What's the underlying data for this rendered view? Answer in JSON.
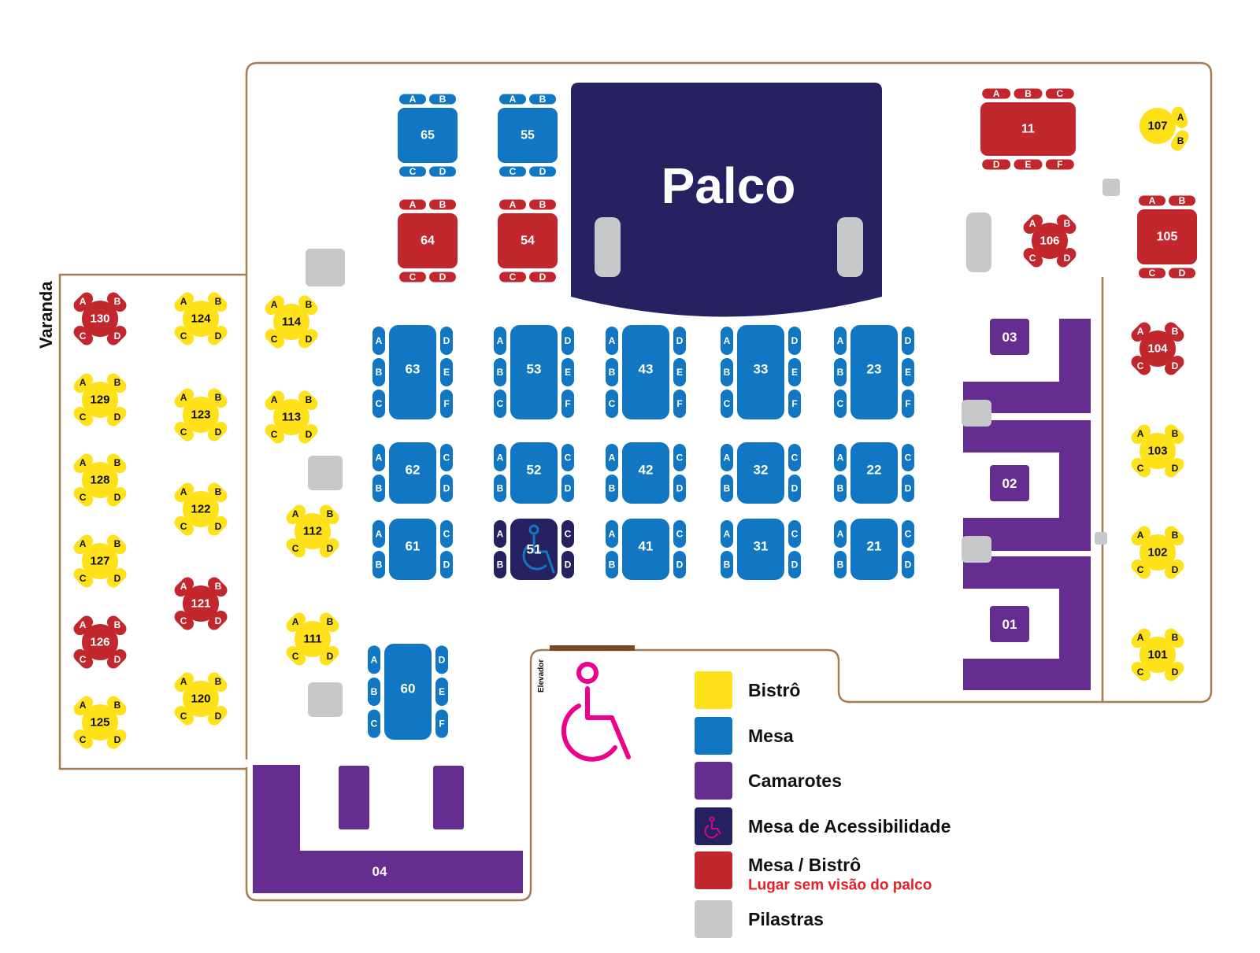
{
  "venue": {
    "stage_label": "Palco",
    "balcony_label": "Varanda",
    "elevator_label": "Elevador",
    "icons": [
      "wheelchair-icon"
    ]
  },
  "colors": {
    "bistro": "#FFE11A",
    "mesa": "#1177C2",
    "camarote": "#652D90",
    "accessible": "#262262",
    "no_view": "#C1272D",
    "pillar": "#C7C8CA",
    "stage": "#262262",
    "wall": "#A67C52",
    "accent_pink": "#EC008C"
  },
  "legend": [
    {
      "label": "Bistrô",
      "color": "#FFE11A"
    },
    {
      "label": "Mesa",
      "color": "#1177C2"
    },
    {
      "label": "Camarotes",
      "color": "#652D90"
    },
    {
      "label": "Mesa de Acessibilidade",
      "color": "#262262"
    },
    {
      "label": "Mesa / Bistrô",
      "color": "#C1272D",
      "note": "Lugar sem visão do palco"
    },
    {
      "label": "Pilastras",
      "color": "#C7C8CA"
    }
  ],
  "bistros": [
    {
      "num": "130",
      "kind": "no_view",
      "seats": [
        "A",
        "B",
        "C",
        "D"
      ]
    },
    {
      "num": "129",
      "kind": "bistro",
      "seats": [
        "A",
        "B",
        "C",
        "D"
      ]
    },
    {
      "num": "128",
      "kind": "bistro",
      "seats": [
        "A",
        "B",
        "C",
        "D"
      ]
    },
    {
      "num": "127",
      "kind": "bistro",
      "seats": [
        "A",
        "B",
        "C",
        "D"
      ]
    },
    {
      "num": "126",
      "kind": "no_view",
      "seats": [
        "A",
        "B",
        "C",
        "D"
      ]
    },
    {
      "num": "125",
      "kind": "bistro",
      "seats": [
        "A",
        "B",
        "C",
        "D"
      ]
    },
    {
      "num": "124",
      "kind": "bistro",
      "seats": [
        "A",
        "B",
        "C",
        "D"
      ]
    },
    {
      "num": "123",
      "kind": "bistro",
      "seats": [
        "A",
        "B",
        "C",
        "D"
      ]
    },
    {
      "num": "122",
      "kind": "bistro",
      "seats": [
        "A",
        "B",
        "C",
        "D"
      ]
    },
    {
      "num": "121",
      "kind": "no_view",
      "seats": [
        "A",
        "B",
        "C",
        "D"
      ]
    },
    {
      "num": "120",
      "kind": "bistro",
      "seats": [
        "A",
        "B",
        "C",
        "D"
      ]
    },
    {
      "num": "114",
      "kind": "bistro",
      "seats": [
        "A",
        "B",
        "C",
        "D"
      ]
    },
    {
      "num": "113",
      "kind": "bistro",
      "seats": [
        "A",
        "B",
        "C",
        "D"
      ]
    },
    {
      "num": "112",
      "kind": "bistro",
      "seats": [
        "A",
        "B",
        "C",
        "D"
      ]
    },
    {
      "num": "111",
      "kind": "bistro",
      "seats": [
        "A",
        "B",
        "C",
        "D"
      ]
    },
    {
      "num": "107",
      "kind": "bistro",
      "seats": [
        "A",
        "B"
      ]
    },
    {
      "num": "106",
      "kind": "no_view",
      "seats": [
        "A",
        "B",
        "C",
        "D"
      ]
    },
    {
      "num": "104",
      "kind": "no_view",
      "seats": [
        "A",
        "B",
        "C",
        "D"
      ]
    },
    {
      "num": "103",
      "kind": "bistro",
      "seats": [
        "A",
        "B",
        "C",
        "D"
      ]
    },
    {
      "num": "102",
      "kind": "bistro",
      "seats": [
        "A",
        "B",
        "C",
        "D"
      ]
    },
    {
      "num": "101",
      "kind": "bistro",
      "seats": [
        "A",
        "B",
        "C",
        "D"
      ]
    }
  ],
  "tables_top": [
    {
      "num": "65",
      "kind": "mesa",
      "top": [
        "A",
        "B"
      ],
      "bottom": [
        "C",
        "D"
      ]
    },
    {
      "num": "55",
      "kind": "mesa",
      "top": [
        "A",
        "B"
      ],
      "bottom": [
        "C",
        "D"
      ]
    },
    {
      "num": "64",
      "kind": "no_view",
      "top": [
        "A",
        "B"
      ],
      "bottom": [
        "C",
        "D"
      ]
    },
    {
      "num": "54",
      "kind": "no_view",
      "top": [
        "A",
        "B"
      ],
      "bottom": [
        "C",
        "D"
      ]
    },
    {
      "num": "11",
      "kind": "no_view",
      "top": [
        "A",
        "B",
        "C"
      ],
      "bottom": [
        "D",
        "E",
        "F"
      ]
    },
    {
      "num": "105",
      "kind": "no_view",
      "top": [
        "A",
        "B"
      ],
      "bottom": [
        "C",
        "D"
      ]
    }
  ],
  "tables_side": [
    {
      "num": "63",
      "kind": "mesa",
      "left": [
        "A",
        "B",
        "C"
      ],
      "right": [
        "D",
        "E",
        "F"
      ]
    },
    {
      "num": "53",
      "kind": "mesa",
      "left": [
        "A",
        "B",
        "C"
      ],
      "right": [
        "D",
        "E",
        "F"
      ]
    },
    {
      "num": "43",
      "kind": "mesa",
      "left": [
        "A",
        "B",
        "C"
      ],
      "right": [
        "D",
        "E",
        "F"
      ]
    },
    {
      "num": "33",
      "kind": "mesa",
      "left": [
        "A",
        "B",
        "C"
      ],
      "right": [
        "D",
        "E",
        "F"
      ]
    },
    {
      "num": "23",
      "kind": "mesa",
      "left": [
        "A",
        "B",
        "C"
      ],
      "right": [
        "D",
        "E",
        "F"
      ]
    },
    {
      "num": "62",
      "kind": "mesa",
      "left": [
        "A",
        "B"
      ],
      "right": [
        "C",
        "D"
      ]
    },
    {
      "num": "52",
      "kind": "mesa",
      "left": [
        "A",
        "B"
      ],
      "right": [
        "C",
        "D"
      ]
    },
    {
      "num": "42",
      "kind": "mesa",
      "left": [
        "A",
        "B"
      ],
      "right": [
        "C",
        "D"
      ]
    },
    {
      "num": "32",
      "kind": "mesa",
      "left": [
        "A",
        "B"
      ],
      "right": [
        "C",
        "D"
      ]
    },
    {
      "num": "22",
      "kind": "mesa",
      "left": [
        "A",
        "B"
      ],
      "right": [
        "C",
        "D"
      ]
    },
    {
      "num": "61",
      "kind": "mesa",
      "left": [
        "A",
        "B"
      ],
      "right": [
        "C",
        "D"
      ]
    },
    {
      "num": "51",
      "kind": "accessible",
      "left": [
        "A",
        "B"
      ],
      "right": [
        "C",
        "D"
      ]
    },
    {
      "num": "41",
      "kind": "mesa",
      "left": [
        "A",
        "B"
      ],
      "right": [
        "C",
        "D"
      ]
    },
    {
      "num": "31",
      "kind": "mesa",
      "left": [
        "A",
        "B"
      ],
      "right": [
        "C",
        "D"
      ]
    },
    {
      "num": "21",
      "kind": "mesa",
      "left": [
        "A",
        "B"
      ],
      "right": [
        "C",
        "D"
      ]
    },
    {
      "num": "60",
      "kind": "mesa",
      "left": [
        "A",
        "B",
        "C"
      ],
      "right": [
        "D",
        "E",
        "F"
      ]
    }
  ],
  "camarotes": [
    {
      "num": "03"
    },
    {
      "num": "02"
    },
    {
      "num": "01"
    },
    {
      "num": "04"
    }
  ]
}
